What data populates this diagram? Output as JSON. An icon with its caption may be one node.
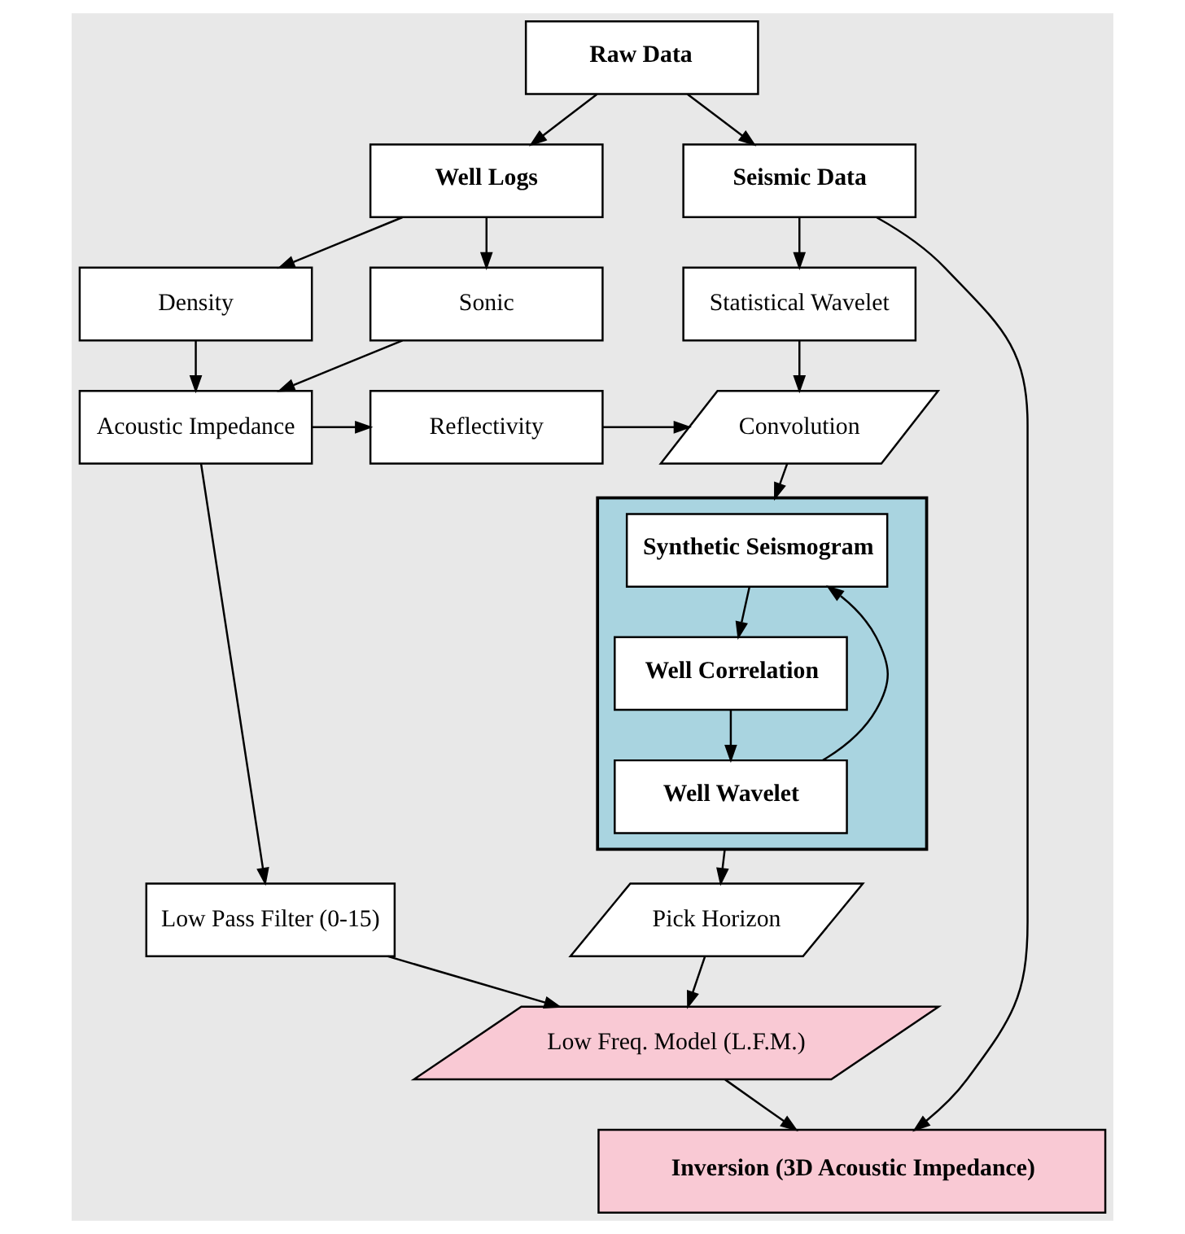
{
  "diagram": {
    "nodes": [
      {
        "text": [
          "Raw Data"
        ]
      },
      {
        "text": [
          "Seismic Data"
        ]
      },
      {
        "text": [
          "Well Logs"
        ]
      },
      {
        "text": [
          "Statistical Wavelet"
        ]
      },
      {
        "text": [
          "Sonic"
        ]
      },
      {
        "text": [
          "Density"
        ]
      },
      {
        "text": [
          "Convolution"
        ]
      },
      {
        "text": [
          "Reflectivity"
        ]
      },
      {
        "text": [
          "Acoustic Impedance"
        ]
      },
      {
        "text": [
          "Low Pass Filter (0-15)"
        ]
      },
      {
        "text": [],
        "shape": "box"
      },
      {
        "text": [
          "Synthetic Seismogram"
        ],
        "in": 10
      },
      {
        "text": [
          "Well Correlation"
        ],
        "in": 10
      },
      {
        "text": [
          "Well Wavelet"
        ],
        "in": 10
      },
      {
        "text": [
          "Pick Horizon"
        ]
      },
      {
        "text": [
          "Low Freq. Model (L.F.M.)"
        ]
      },
      {
        "text": [
          "Inversion (3D Acoustic Impedance)"
        ]
      }
    ],
    "edges": [
      {
        "from": 0,
        "to": 1,
        "arrow": "to"
      },
      {
        "from": 0,
        "to": 2,
        "arrow": "to"
      },
      {
        "from": 1,
        "to": 16,
        "arrow": "to"
      },
      {
        "from": 1,
        "to": 3,
        "arrow": "to"
      },
      {
        "from": 2,
        "to": 4,
        "arrow": "to"
      },
      {
        "from": 2,
        "to": 5,
        "arrow": "to"
      },
      {
        "from": 4,
        "to": 8,
        "arrow": "to"
      },
      {
        "from": 5,
        "to": 8,
        "arrow": "to"
      },
      {
        "from": 3,
        "to": 6,
        "arrow": "to"
      },
      {
        "from": 8,
        "to": 7,
        "arrow": "to"
      },
      {
        "from": 7,
        "to": 6,
        "arrow": "to"
      },
      {
        "from": 8,
        "to": 9,
        "arrow": "to"
      },
      {
        "from": 6,
        "to": 10,
        "arrow": "to"
      },
      {
        "from": 11,
        "to": 12,
        "arrow": "to"
      },
      {
        "from": 12,
        "to": 13,
        "arrow": "to"
      },
      {
        "from": 13,
        "to": 11,
        "arrow": "to"
      },
      {
        "from": 10,
        "to": 14,
        "arrow": "to"
      },
      {
        "from": 9,
        "to": 15,
        "arrow": "to"
      },
      {
        "from": 14,
        "to": 15,
        "arrow": "to"
      },
      {
        "from": 15,
        "to": 16,
        "arrow": "to"
      }
    ]
  }
}
